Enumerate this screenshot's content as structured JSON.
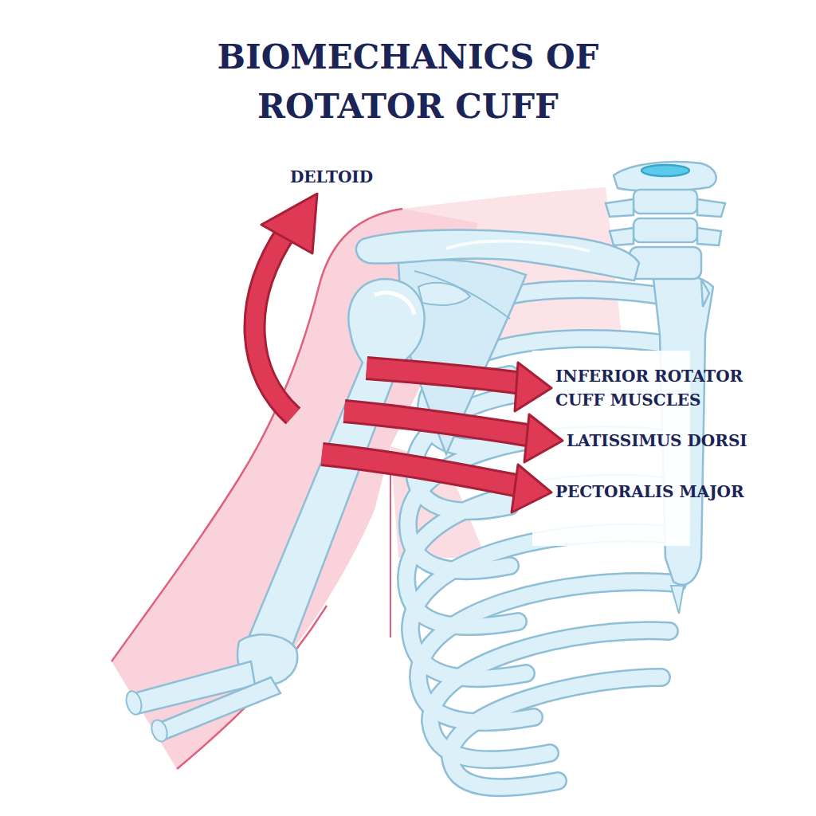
{
  "diagram": {
    "title": "BIOMECHANICS OF ROTATOR CUFF",
    "labels": [
      "DELTOID",
      "INFERIOR ROTATOR CUFF MUSCLES",
      "LATISSIMUS DORSI",
      "PECTORALIS MAJOR"
    ]
  }
}
